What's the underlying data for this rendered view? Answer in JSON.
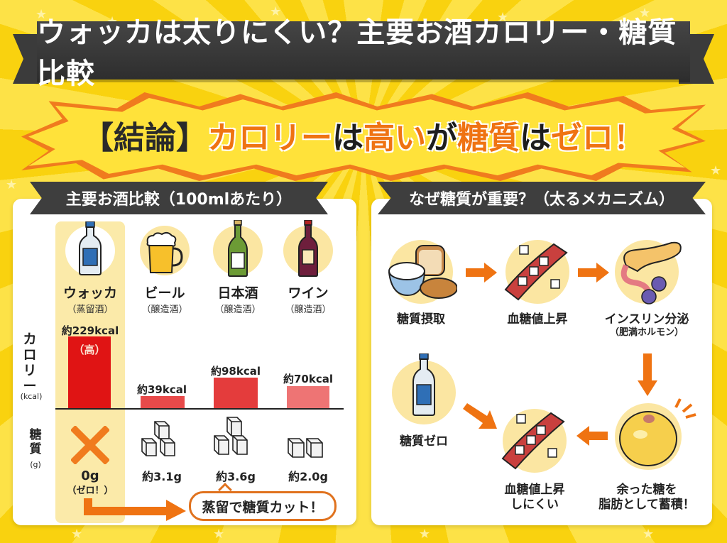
{
  "title": "ウォッカは太りにくい？主要お酒カロリー・糖質比較",
  "conclusion": {
    "prefix": "【結論】",
    "part1": "カロリー",
    "part2": "は",
    "part3": "高い",
    "part4": "が",
    "part5": "糖質",
    "part6": "は",
    "part7": "ゼロ！"
  },
  "left_panel": {
    "heading": "主要お酒比較（100mlあたり）",
    "calorie_axis": {
      "label": "カロリー",
      "unit": "(kcal)"
    },
    "sugar_axis": {
      "label": "糖質",
      "unit": "(g)"
    },
    "drinks": [
      {
        "name": "ウォッカ",
        "type": "（蒸留酒）",
        "calories": "約229kcal",
        "calorie_note": "（高）",
        "sugar": "0g",
        "sugar_note": "（ゼロ！）",
        "sugar_icon": "x-mark-icon",
        "sugar_cubes": 0
      },
      {
        "name": "ビール",
        "type": "（醸造酒）",
        "calories": "約39kcal",
        "sugar": "約3.1g",
        "sugar_cubes": 3
      },
      {
        "name": "日本酒",
        "type": "（醸造酒）",
        "calories": "約98kcal",
        "sugar": "約3.6g",
        "sugar_cubes": 3
      },
      {
        "name": "ワイン",
        "type": "（醸造酒）",
        "calories": "約70kcal",
        "sugar": "約2.0g",
        "sugar_cubes": 2
      }
    ],
    "callout": "蒸留で糖質カット！"
  },
  "right_panel": {
    "heading": "なぜ糖質が重要？（太るメカニズム）",
    "steps": [
      {
        "label": "糖質摂取",
        "icon": "rice-bread-icon"
      },
      {
        "label": "血糖値上昇",
        "icon": "blood-vessel-sugar-icon"
      },
      {
        "label": "インスリン分泌",
        "sub": "（肥満ホルモン）",
        "icon": "pancreas-icon"
      },
      {
        "label1": "余った糖を",
        "label2": "脂肪として蓄積！",
        "icon": "fat-cell-icon"
      },
      {
        "label1": "血糖値上昇",
        "label2": "しにくい",
        "icon": "blood-vessel-sugar-icon"
      },
      {
        "label": "糖質ゼロ",
        "icon": "vodka-bottle-icon"
      }
    ]
  },
  "colors": {
    "background": "#fbd81a",
    "banner": "#3b3b3b",
    "accent_orange": "#ef7312",
    "bar_vodka": "#e01414",
    "bar_beer": "#e84a4a",
    "bar_sake": "#e43c3c",
    "bar_wine": "#ee7474",
    "highlight": "#fbeaa9"
  },
  "chart_data": {
    "type": "bar",
    "title": "主要お酒比較（100mlあたり）",
    "categories": [
      "ウォッカ",
      "ビール",
      "日本酒",
      "ワイン"
    ],
    "series": [
      {
        "name": "カロリー (kcal)",
        "values": [
          229,
          39,
          98,
          70
        ]
      },
      {
        "name": "糖質 (g)",
        "values": [
          0,
          3.1,
          3.6,
          2.0
        ]
      }
    ],
    "xlabel": "",
    "ylabel": "カロリー (kcal)"
  }
}
